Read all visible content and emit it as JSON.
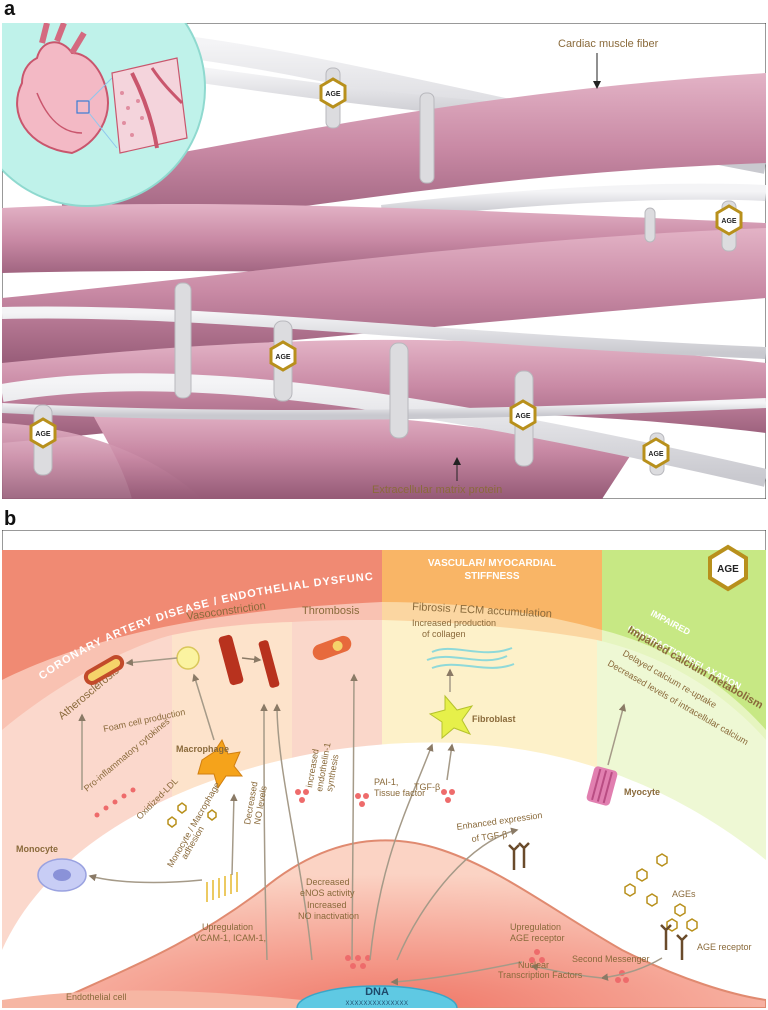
{
  "panel_a": {
    "label": "a",
    "cardiac_muscle_fiber": "Cardiac muscle fiber",
    "extracellular_matrix_protein": "Extracellular matrix protein",
    "age_badge": "AGE",
    "badge_icon": "hexagon-badge-icon"
  },
  "panel_b": {
    "label": "b",
    "top_age_badge": "AGE",
    "band_cad": "CORONARY ARTERY DISEASE  /  ENDOTHELIAL DYSFUNCTION",
    "band_stiffness_1": "VASCULAR/ MYOCARDIAL",
    "band_stiffness_2": "STIFFNESS",
    "band_contraction_1": "IMPAIRED",
    "band_contraction_2": "CONTRACTION/RELAXATION",
    "sub_atherosclerosis": "Atherosclerosis",
    "sub_vasoconstriction": "Vasoconstriction",
    "sub_thrombosis": "Thrombosis",
    "sub_fibrosis": "Fibrosis / ECM accumulation",
    "sub_calcium": "Impaired calcium metabolism",
    "foam_cell": "Foam cell production",
    "macrophage": "Macrophage",
    "pro_inflammatory": "Pro-inflammatory cytokines",
    "oxidized_ldl": "Oxidized-LDL",
    "monocyte": "Monocyte",
    "monocyte_adhesion_1": "Monocyte / Macrophage",
    "monocyte_adhesion_2": "adhesion",
    "decreased_no_1": "Decreased",
    "decreased_no_2": "NO levels",
    "endothelin_1": "increased",
    "endothelin_2": "endothelin-1",
    "endothelin_3": "synthesis",
    "pai_1": "PAI-1,",
    "pai_2": "Tissue factor",
    "tgf_b": "TGF-β",
    "collagen_1": "Increased production",
    "collagen_2": "of collagen",
    "fibroblast": "Fibroblast",
    "enhanced_tgf_1": "Enhanced expression",
    "enhanced_tgf_2": "of TGF-β",
    "calcium_reuptake": "Delayed calcium re-uptake",
    "calcium_levels": "Decreased levels of intracellular calcium",
    "myocyte": "Myocyte",
    "ages": "AGEs",
    "age_receptor": "AGE receptor",
    "second_messenger": "Second Messenger",
    "nuclear_tf_1": "Nuclear",
    "nuclear_tf_2": "Transcription Factors",
    "upreg_age_receptor_1": "Upregulation",
    "upreg_age_receptor_2": "AGE receptor",
    "enos_1": "Decreased",
    "enos_2": "eNOS activity",
    "enos_3": "Increased",
    "enos_4": "NO inactivation",
    "upreg_vcam_1": "Upregulation",
    "upreg_vcam_2": "VCAM-1, ICAM-1,",
    "endothelial_cell": "Endothelial cell",
    "dna": "DNA",
    "dna_strand": "XXXXXXXXXXXXXX"
  },
  "colors": {
    "muscle": "#c98aa5",
    "muscle_dark": "#9c5f7b",
    "collagen": "#e3e3e6",
    "age_gold": "#b8901c",
    "band_red": "#f08a73",
    "band_orange": "#f9b566",
    "band_green": "#c7e884",
    "label_brown": "#8a6a3b",
    "inset_teal": "#bff2ea"
  }
}
